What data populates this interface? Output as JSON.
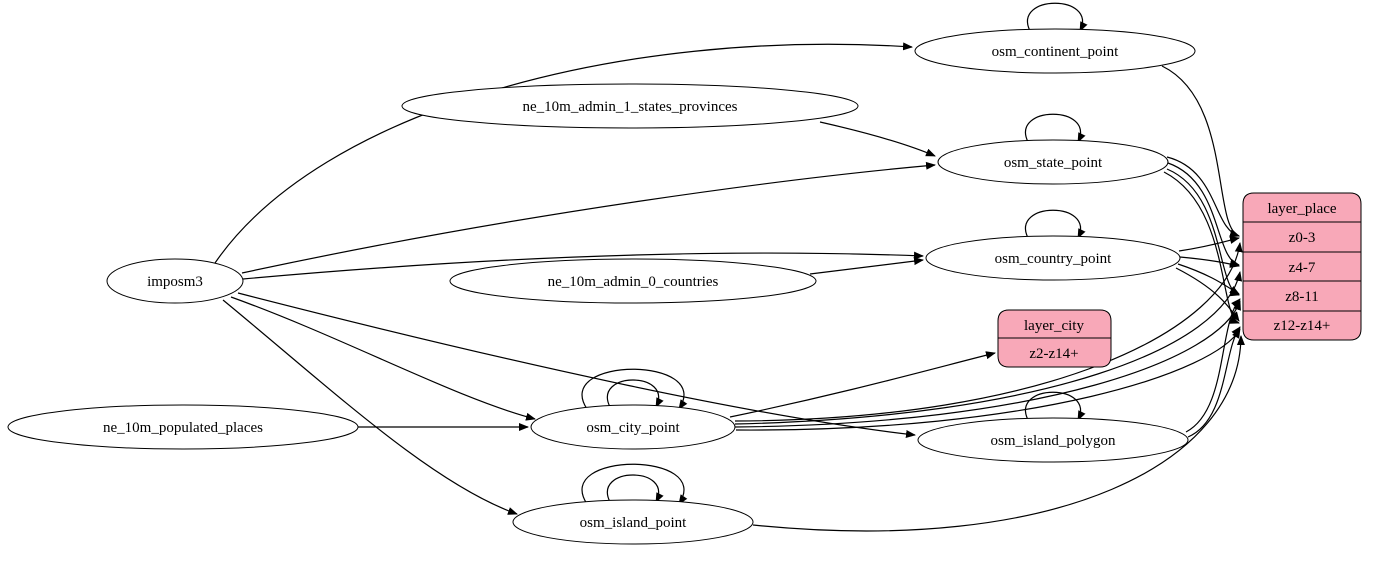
{
  "diagram": {
    "type": "graphviz-digraph",
    "colors": {
      "background": "#ffffff",
      "node_fill": "#ffffff",
      "node_stroke": "#000000",
      "edge": "#000000",
      "record_fill": "#f8a8b8",
      "record_stroke": "#000000"
    },
    "nodes": {
      "imposm3": {
        "label": "imposm3"
      },
      "ne_10m_admin_1_states_provinces": {
        "label": "ne_10m_admin_1_states_provinces"
      },
      "ne_10m_admin_0_countries": {
        "label": "ne_10m_admin_0_countries"
      },
      "ne_10m_populated_places": {
        "label": "ne_10m_populated_places"
      },
      "osm_continent_point": {
        "label": "osm_continent_point"
      },
      "osm_state_point": {
        "label": "osm_state_point"
      },
      "osm_country_point": {
        "label": "osm_country_point"
      },
      "osm_city_point": {
        "label": "osm_city_point"
      },
      "osm_island_polygon": {
        "label": "osm_island_polygon"
      },
      "osm_island_point": {
        "label": "osm_island_point"
      }
    },
    "records": {
      "layer_city": {
        "title": "layer_city",
        "rows": [
          "z2-z14+"
        ]
      },
      "layer_place": {
        "title": "layer_place",
        "rows": [
          "z0-3",
          "z4-7",
          "z8-11",
          "z12-z14+"
        ]
      }
    },
    "edges": [
      {
        "from": "imposm3",
        "to": "osm_continent_point"
      },
      {
        "from": "imposm3",
        "to": "osm_state_point"
      },
      {
        "from": "imposm3",
        "to": "osm_country_point"
      },
      {
        "from": "imposm3",
        "to": "osm_city_point"
      },
      {
        "from": "imposm3",
        "to": "osm_island_polygon"
      },
      {
        "from": "imposm3",
        "to": "osm_island_point"
      },
      {
        "from": "ne_10m_admin_1_states_provinces",
        "to": "osm_state_point"
      },
      {
        "from": "ne_10m_admin_0_countries",
        "to": "osm_country_point"
      },
      {
        "from": "ne_10m_populated_places",
        "to": "osm_city_point"
      },
      {
        "from": "osm_continent_point",
        "to": "osm_continent_point"
      },
      {
        "from": "osm_state_point",
        "to": "osm_state_point"
      },
      {
        "from": "osm_country_point",
        "to": "osm_country_point"
      },
      {
        "from": "osm_city_point",
        "to": "osm_city_point"
      },
      {
        "from": "osm_city_point",
        "to": "osm_city_point"
      },
      {
        "from": "osm_island_polygon",
        "to": "osm_island_polygon"
      },
      {
        "from": "osm_island_point",
        "to": "osm_island_point"
      },
      {
        "from": "osm_island_point",
        "to": "osm_island_point"
      },
      {
        "from": "osm_continent_point",
        "to": "layer_place:z0-3"
      },
      {
        "from": "osm_state_point",
        "to": "layer_place:z0-3"
      },
      {
        "from": "osm_state_point",
        "to": "layer_place:z4-7"
      },
      {
        "from": "osm_state_point",
        "to": "layer_place:z8-11"
      },
      {
        "from": "osm_state_point",
        "to": "layer_place:z12-z14+"
      },
      {
        "from": "osm_country_point",
        "to": "layer_place:z0-3"
      },
      {
        "from": "osm_country_point",
        "to": "layer_place:z4-7"
      },
      {
        "from": "osm_country_point",
        "to": "layer_place:z8-11"
      },
      {
        "from": "osm_country_point",
        "to": "layer_place:z12-z14+"
      },
      {
        "from": "osm_city_point",
        "to": "layer_city:z2-z14+"
      },
      {
        "from": "osm_city_point",
        "to": "layer_place:z0-3"
      },
      {
        "from": "osm_city_point",
        "to": "layer_place:z4-7"
      },
      {
        "from": "osm_city_point",
        "to": "layer_place:z8-11"
      },
      {
        "from": "osm_city_point",
        "to": "layer_place:z12-z14+"
      },
      {
        "from": "osm_island_polygon",
        "to": "layer_place:z8-11"
      },
      {
        "from": "osm_island_polygon",
        "to": "layer_place:z12-z14+"
      },
      {
        "from": "osm_island_point",
        "to": "layer_place:z12-z14+"
      }
    ]
  }
}
